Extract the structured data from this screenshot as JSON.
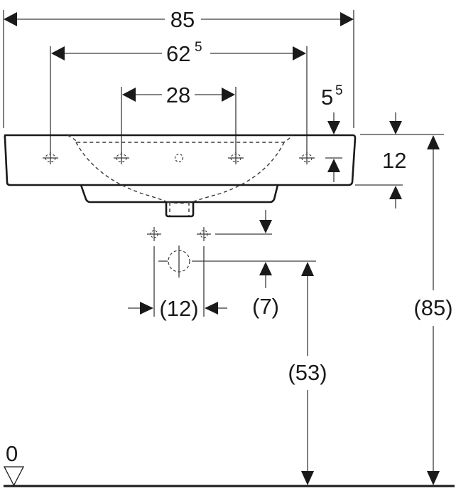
{
  "diagram": {
    "type": "technical-dimension-drawing",
    "subject": "washbasin front elevation",
    "unit_hint": "cm",
    "colors": {
      "line": "#1a1a1a",
      "background": "#ffffff"
    },
    "dimensions": {
      "overall_width": {
        "value": "85",
        "sup": ""
      },
      "outer_tap_holes": {
        "value": "62",
        "sup": "5"
      },
      "inner_tap_holes": {
        "value": "28",
        "sup": ""
      },
      "edge_offset": {
        "value": "5",
        "sup": "5"
      },
      "rim_height": {
        "value": "12",
        "sup": ""
      },
      "supply_spacing": {
        "value": "(12)",
        "sup": ""
      },
      "supply_to_waste": {
        "value": "(7)",
        "sup": ""
      },
      "waste_height": {
        "value": "(53)",
        "sup": ""
      },
      "total_height": {
        "value": "(85)",
        "sup": ""
      },
      "floor_level": {
        "value": "0",
        "sup": ""
      }
    },
    "symbols": {
      "tap_holes": 4,
      "overflow_hole": 1,
      "supply_points": 2,
      "waste_outlet": 1,
      "floor_marker": "triangle-down"
    }
  }
}
